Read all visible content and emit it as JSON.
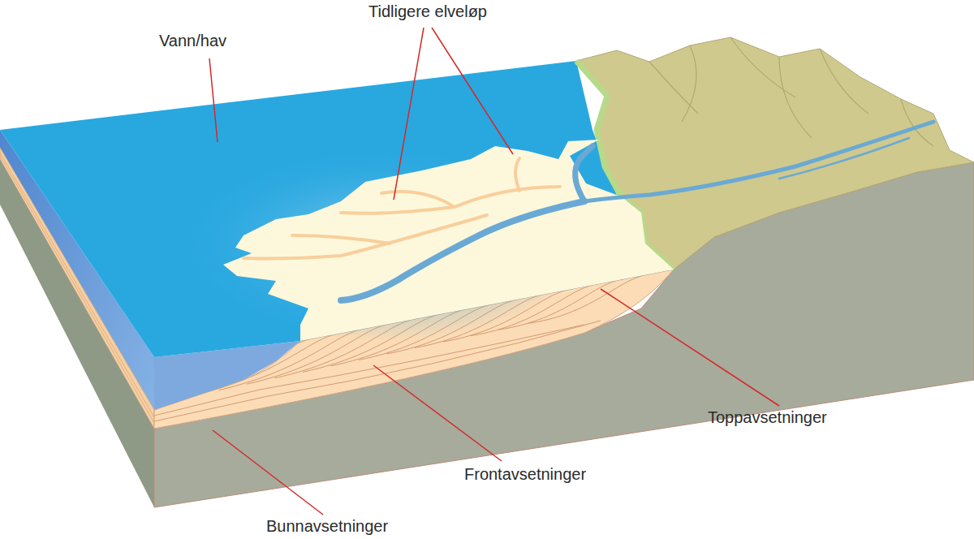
{
  "diagram": {
    "labels": [
      "Vann/hav",
      "Tidligere elveløp",
      "Toppavsetninger",
      "Frontavsetninger",
      "Bunnavsetninger"
    ]
  }
}
